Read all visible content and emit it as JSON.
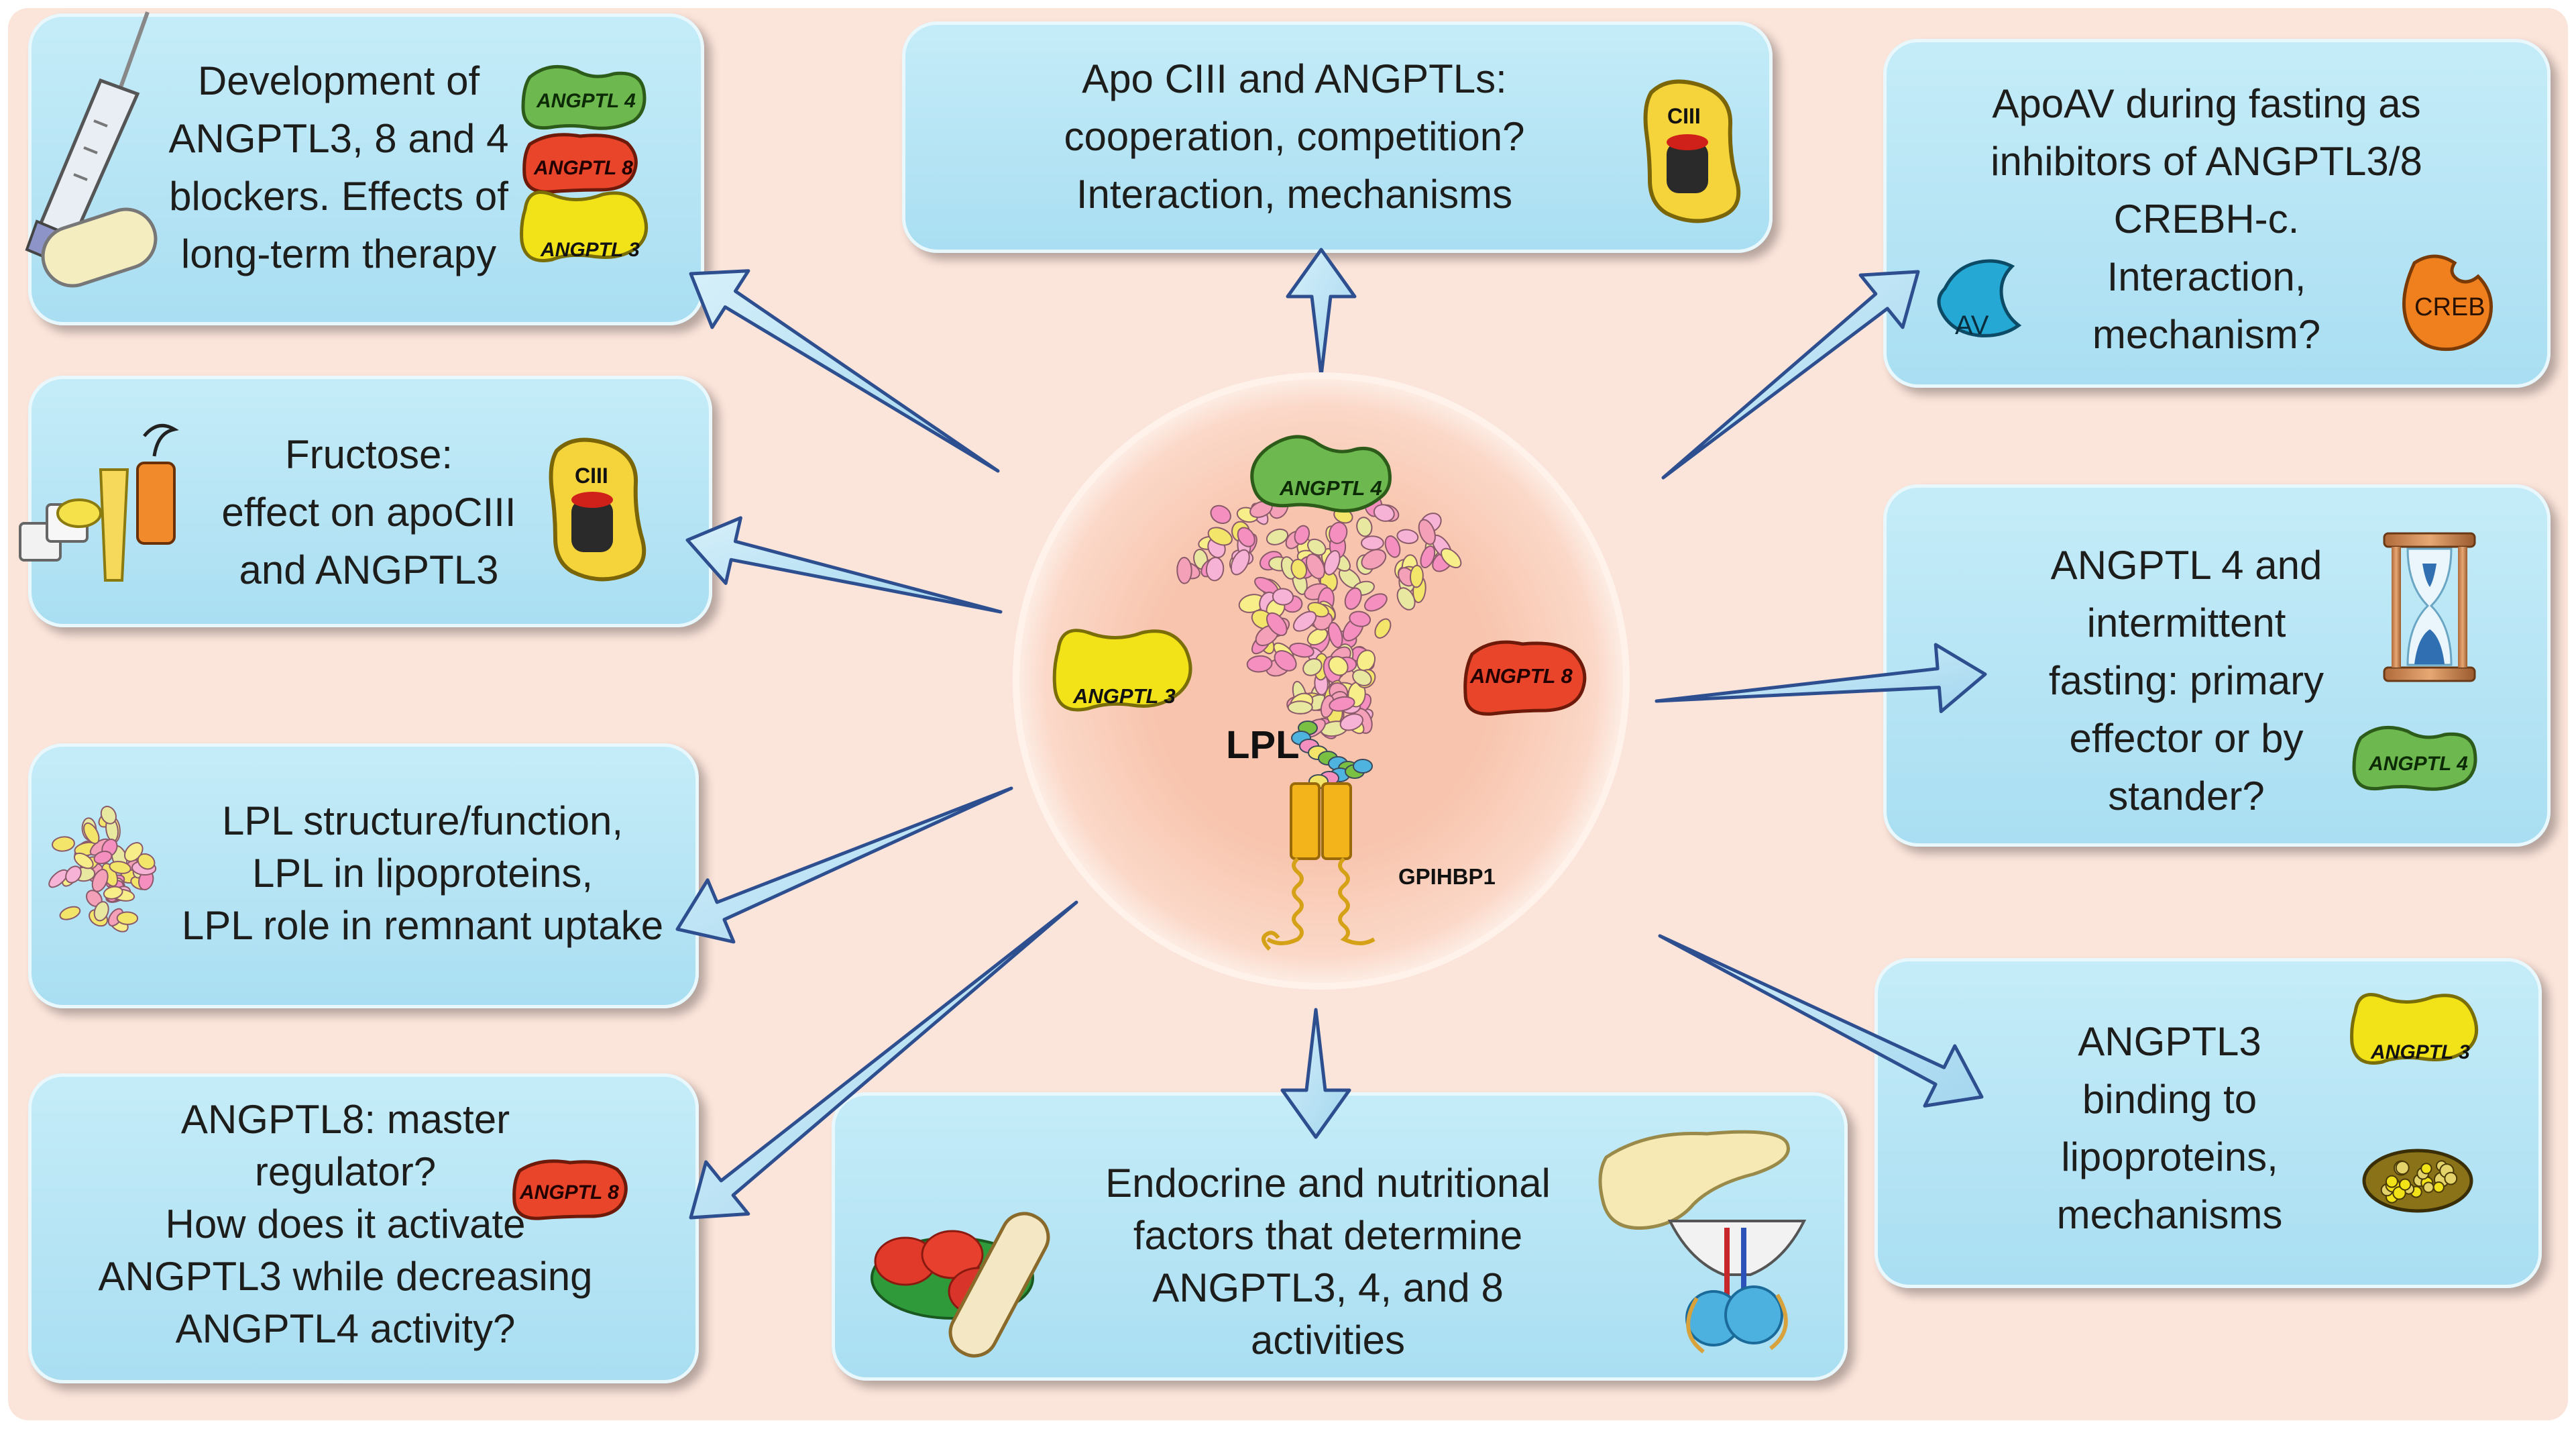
{
  "center": {
    "label": "LPL",
    "gpihbp1": "GPIHBP1",
    "badges": {
      "angptl4": "ANGPTL 4",
      "angptl3": "ANGPTL 3",
      "angptl8": "ANGPTL 8"
    }
  },
  "boxes": {
    "development": {
      "lines": [
        "Development of",
        "ANGPTL3, 8 and 4",
        "blockers. Effects of",
        "long-term therapy"
      ],
      "badges": [
        "ANGPTL 4",
        "ANGPTL 8",
        "ANGPTL 3"
      ]
    },
    "apoc3": {
      "lines": [
        "Apo CIII and ANGPTLs:",
        "cooperation, competition?",
        "Interaction, mechanisms"
      ],
      "icon_label": "CIII"
    },
    "apoav": {
      "lines": [
        "ApoAV during fasting as",
        "inhibitors of ANGPTL3/8",
        "CREBH-c.",
        "Interaction,",
        "mechanism?"
      ],
      "av_label": "AV",
      "creb_label": "CREB"
    },
    "fructose": {
      "lines": [
        "Fructose:",
        "effect on apoCIII",
        "and ANGPTL3"
      ],
      "icon_label": "CIII"
    },
    "fasting": {
      "lines": [
        "ANGPTL 4 and",
        "intermittent",
        "fasting: primary",
        "effector or by",
        "stander?"
      ],
      "badge": "ANGPTL 4"
    },
    "structure": {
      "lines": [
        "LPL structure/function,",
        "LPL in lipoproteins,",
        "LPL role in remnant uptake"
      ]
    },
    "binding": {
      "lines": [
        "ANGPTL3",
        "binding to",
        "lipoproteins,",
        "mechanisms"
      ],
      "badge": "ANGPTL 3"
    },
    "angptl8": {
      "lines": [
        "ANGPTL8: master",
        "regulator?",
        "How does it activate",
        "ANGPTL3 while decreasing",
        "ANGPTL4 activity?"
      ],
      "badge": "ANGPTL 8"
    },
    "endocrine": {
      "lines": [
        "Endocrine and nutritional",
        "factors that determine",
        "ANGPTL3, 4, and 8",
        "activities"
      ]
    }
  },
  "colors": {
    "background": "#fbe4da",
    "box": "#b3e2f3",
    "center_disc": "#f8c9b2",
    "angptl4": "#6db84f",
    "angptl3": "#f2e218",
    "angptl8": "#e8452a",
    "av": "#25a9d4",
    "creb": "#f0801e"
  }
}
